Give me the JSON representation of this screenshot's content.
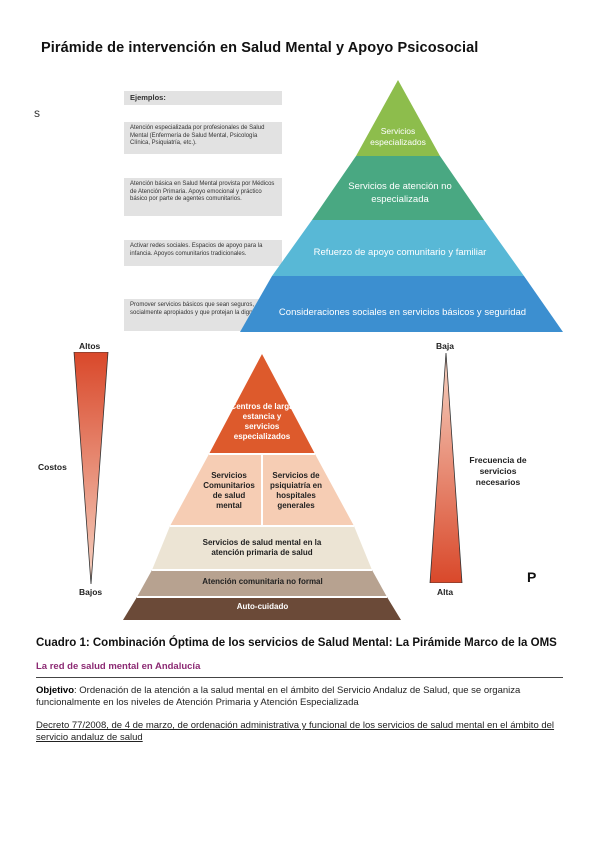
{
  "figure1": {
    "title": "Pirámide de intervención en Salud Mental y Apoyo Psicosocial",
    "stray_char": "s",
    "examples_header": "Ejemplos:",
    "examples": [
      "Atención especializada por profesionales de Salud Mental (Enfermería de Salud Mental, Psicología Clínica, Psiquiatría, etc.).",
      "Atención básica en Salud Mental provista por Médicos de Atención Primaria. Apoyo emocional y práctico básico por parte de agentes comunitarios.",
      "Activar redes sociales. Espacios de apoyo para la infancia. Apoyos comunitarios tradicionales.",
      "Promover servicios básicos que sean seguros, socialmente apropiados y que protejan la dignidad."
    ],
    "levels": [
      "Servicios especializados",
      "Servicios de atención no especializada",
      "Refuerzo de apoyo comunitario y familiar",
      "Consideraciones sociales en servicios básicos y seguridad"
    ],
    "colors": [
      "#8dbd4c",
      "#49a882",
      "#58b8d6",
      "#3c8fd0"
    ]
  },
  "figure2": {
    "costs_label": "Costos",
    "costs_top": "Altos",
    "costs_bottom": "Bajos",
    "freq_label": "Frecuencia de servicios necesarios",
    "freq_top": "Baja",
    "freq_bottom": "Alta",
    "levels": {
      "top": "Centros de larga estancia y servicios especializados",
      "mid_left": "Servicios Comunitarios de salud mental",
      "mid_right": "Servicios de psiquiatría en hospitales generales",
      "primary": "Servicios de salud mental en la atención primaria de salud",
      "community": "Atención comunitaria no formal",
      "self": "Auto-cuidado"
    },
    "stray_char": "P",
    "caption": "Cuadro 1: Combinación Óptima de los servicios de Salud Mental: La Pirámide Marco de la OMS"
  },
  "text": {
    "section_title": "La red de salud mental en Andalucía",
    "objective_label": "Objetivo",
    "objective_text": ": Ordenación de la atención a la salud mental en el ámbito del Servicio Andaluz de Salud, que se organiza funcionalmente en los niveles de Atención Primaria y Atención Especializada",
    "decree": "Decreto 77/2008, de 4 de marzo, de ordenación administrativa y funcional de los servicios de salud mental en el ámbito del servicio andaluz de salud"
  }
}
